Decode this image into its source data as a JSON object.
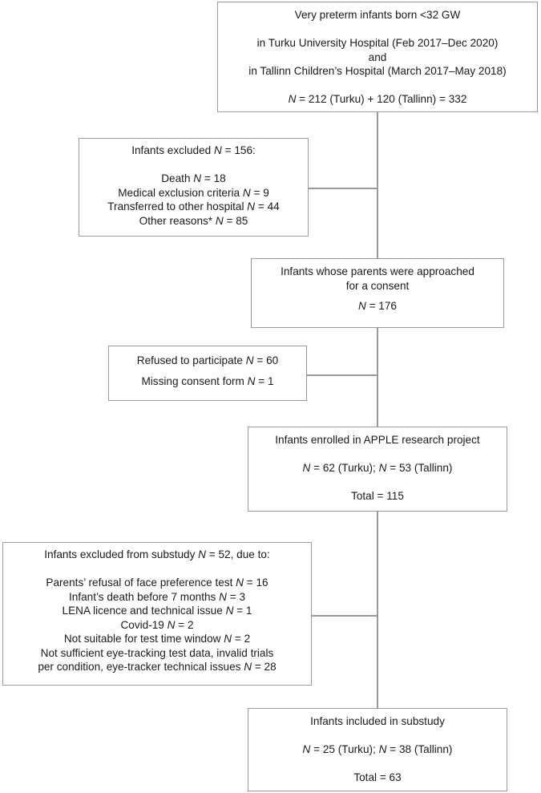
{
  "n_symbol": "N",
  "box1": {
    "line1": "Very preterm infants born <32 GW",
    "line2": "in Turku University Hospital (Feb 2017–Dec 2020)",
    "line3": "and",
    "line4": "in Tallinn Children’s Hospital (March 2017–May 2018)",
    "count_rest": " = 212 (Turku) + 120 (Tallinn) = 332"
  },
  "box2": {
    "title_pre": "Infants excluded ",
    "title_post": " = 156:",
    "items": [
      {
        "label": "Death ",
        "value": " = 18"
      },
      {
        "label": "Medical exclusion criteria ",
        "value": " = 9"
      },
      {
        "label": "Transferred to other hospital ",
        "value": " = 44"
      },
      {
        "label": "Other reasons* ",
        "value": " = 85"
      }
    ]
  },
  "box3": {
    "line1": "Infants whose parents were approached",
    "line2": "for a consent",
    "count_rest": " = 176"
  },
  "box4": {
    "items": [
      {
        "label": "Refused to participate ",
        "value": " = 60"
      },
      {
        "label": "Missing consent form ",
        "value": " = 1"
      }
    ]
  },
  "box5": {
    "line1": "Infants enrolled in APPLE research project",
    "turku": " = 62 (Turku); ",
    "tallinn": " = 53 (Tallinn)",
    "total": "Total = 115"
  },
  "box6": {
    "title_pre": "Infants excluded from substudy ",
    "title_post": " = 52, due to:",
    "items": [
      {
        "label": "Parents’ refusal of face preference test ",
        "value": " = 16"
      },
      {
        "label": "Infant’s death before 7 months ",
        "value": " = 3"
      },
      {
        "label": "LENA licence and technical issue ",
        "value": " = 1"
      },
      {
        "label": "Covid-19 ",
        "value": " = 2"
      },
      {
        "label": "Not suitable for test time window ",
        "value": " = 2"
      }
    ],
    "last_line1": "Not sufficient eye-tracking test data, invalid trials",
    "last_line2_pre": "per condition, eye-tracker technical issues ",
    "last_line2_post": " = 28"
  },
  "box7": {
    "line1": "Infants included in substudy",
    "turku": " = 25 (Turku); ",
    "tallinn": " = 38 (Tallinn)",
    "total": "Total = 63"
  }
}
